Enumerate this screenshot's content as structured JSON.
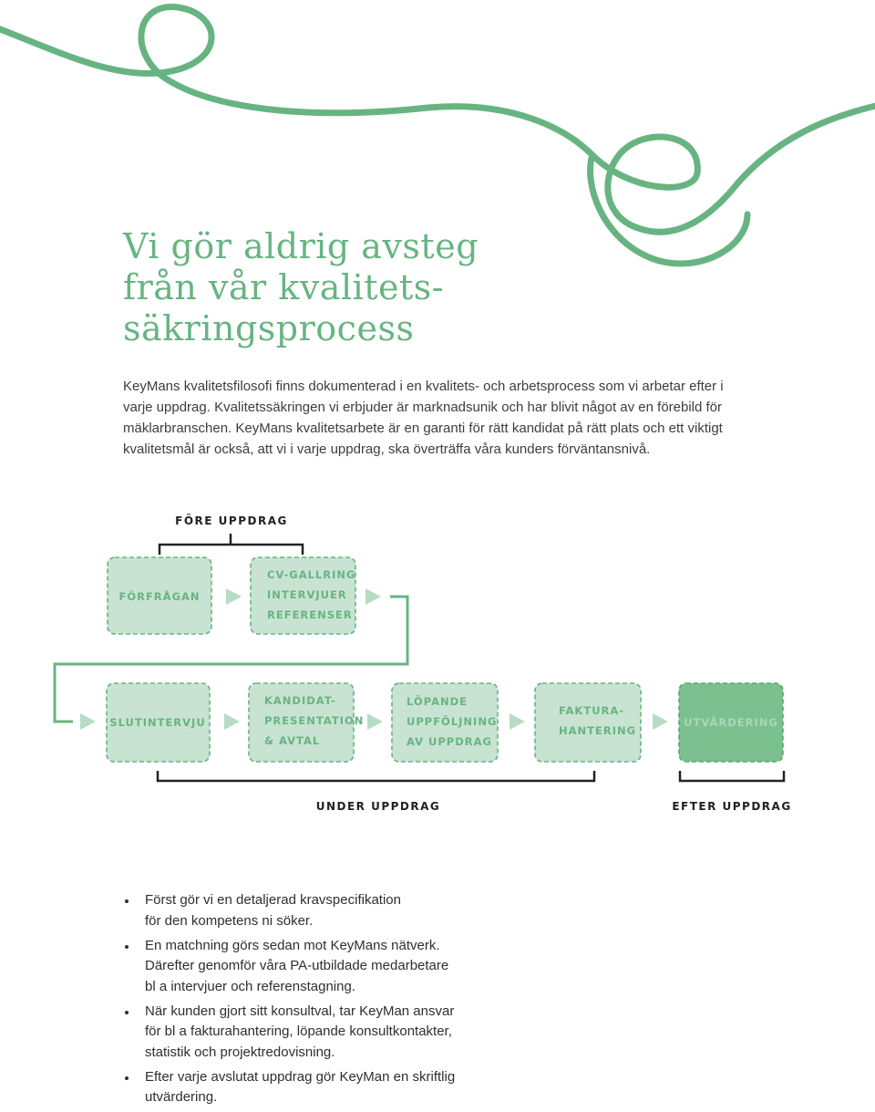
{
  "colors": {
    "accent": "#67b482",
    "box_fill": "#c8e3d2",
    "box_dark": "#7cc090",
    "arrow": "#b7dcc4",
    "label": "#222222"
  },
  "title": {
    "lines": [
      "Vi gör aldrig avsteg",
      "från vår kvalitets-",
      "säkringsprocess"
    ]
  },
  "intro": {
    "lines": [
      "KeyMans kvalitetsfilosofi finns dokumenterad i en kvalitets- och arbetsprocess som vi arbetar efter i",
      "varje uppdrag. Kvalitetssäkringen vi erbjuder är marknadsunik och har blivit något av en förebild för",
      "mäklarbranschen. KeyMans kvalitetsarbete är en garanti för rätt kandidat på rätt plats och ett viktigt",
      "kvalitetsmål är också, att vi i varje uppdrag, ska överträffa våra kunders förväntansnivå."
    ]
  },
  "process": {
    "phase_before": "FÖRE UPPDRAG",
    "phase_during": "UNDER UPPDRAG",
    "phase_after": "EFTER UPPDRAG",
    "steps": [
      {
        "lines": [
          "FÖRFRÅGAN"
        ]
      },
      {
        "lines": [
          "CV-GALLRING",
          "INTERVJUER",
          "REFERENSER"
        ]
      },
      {
        "lines": [
          "SLUTINTERVJU"
        ]
      },
      {
        "lines": [
          "KANDIDAT-",
          "PRESENTATION",
          "& AVTAL"
        ]
      },
      {
        "lines": [
          "LÖPANDE",
          "UPPFÖLJNING",
          "AV UPPDRAG"
        ]
      },
      {
        "lines": [
          "FAKTURA-",
          "HANTERING"
        ]
      },
      {
        "lines": [
          "UTVÄRDERING"
        ]
      }
    ]
  },
  "bullets": [
    {
      "lines": [
        "Först gör vi en detaljerad kravspecifikation",
        "för den kompetens ni söker."
      ]
    },
    {
      "lines": [
        "En matchning görs sedan mot KeyMans nätverk.",
        "Därefter genomför våra PA-utbildade medarbetare",
        "bl a intervjuer och referenstagning."
      ]
    },
    {
      "lines": [
        "När kunden gjort sitt konsultval, tar KeyMan ansvar",
        "för bl a fakturahantering, löpande konsultkontakter,",
        "statistik och projektredovisning."
      ]
    },
    {
      "lines": [
        "Efter varje avslutat uppdrag gör KeyMan en skriftlig",
        "utvärdering."
      ]
    }
  ]
}
